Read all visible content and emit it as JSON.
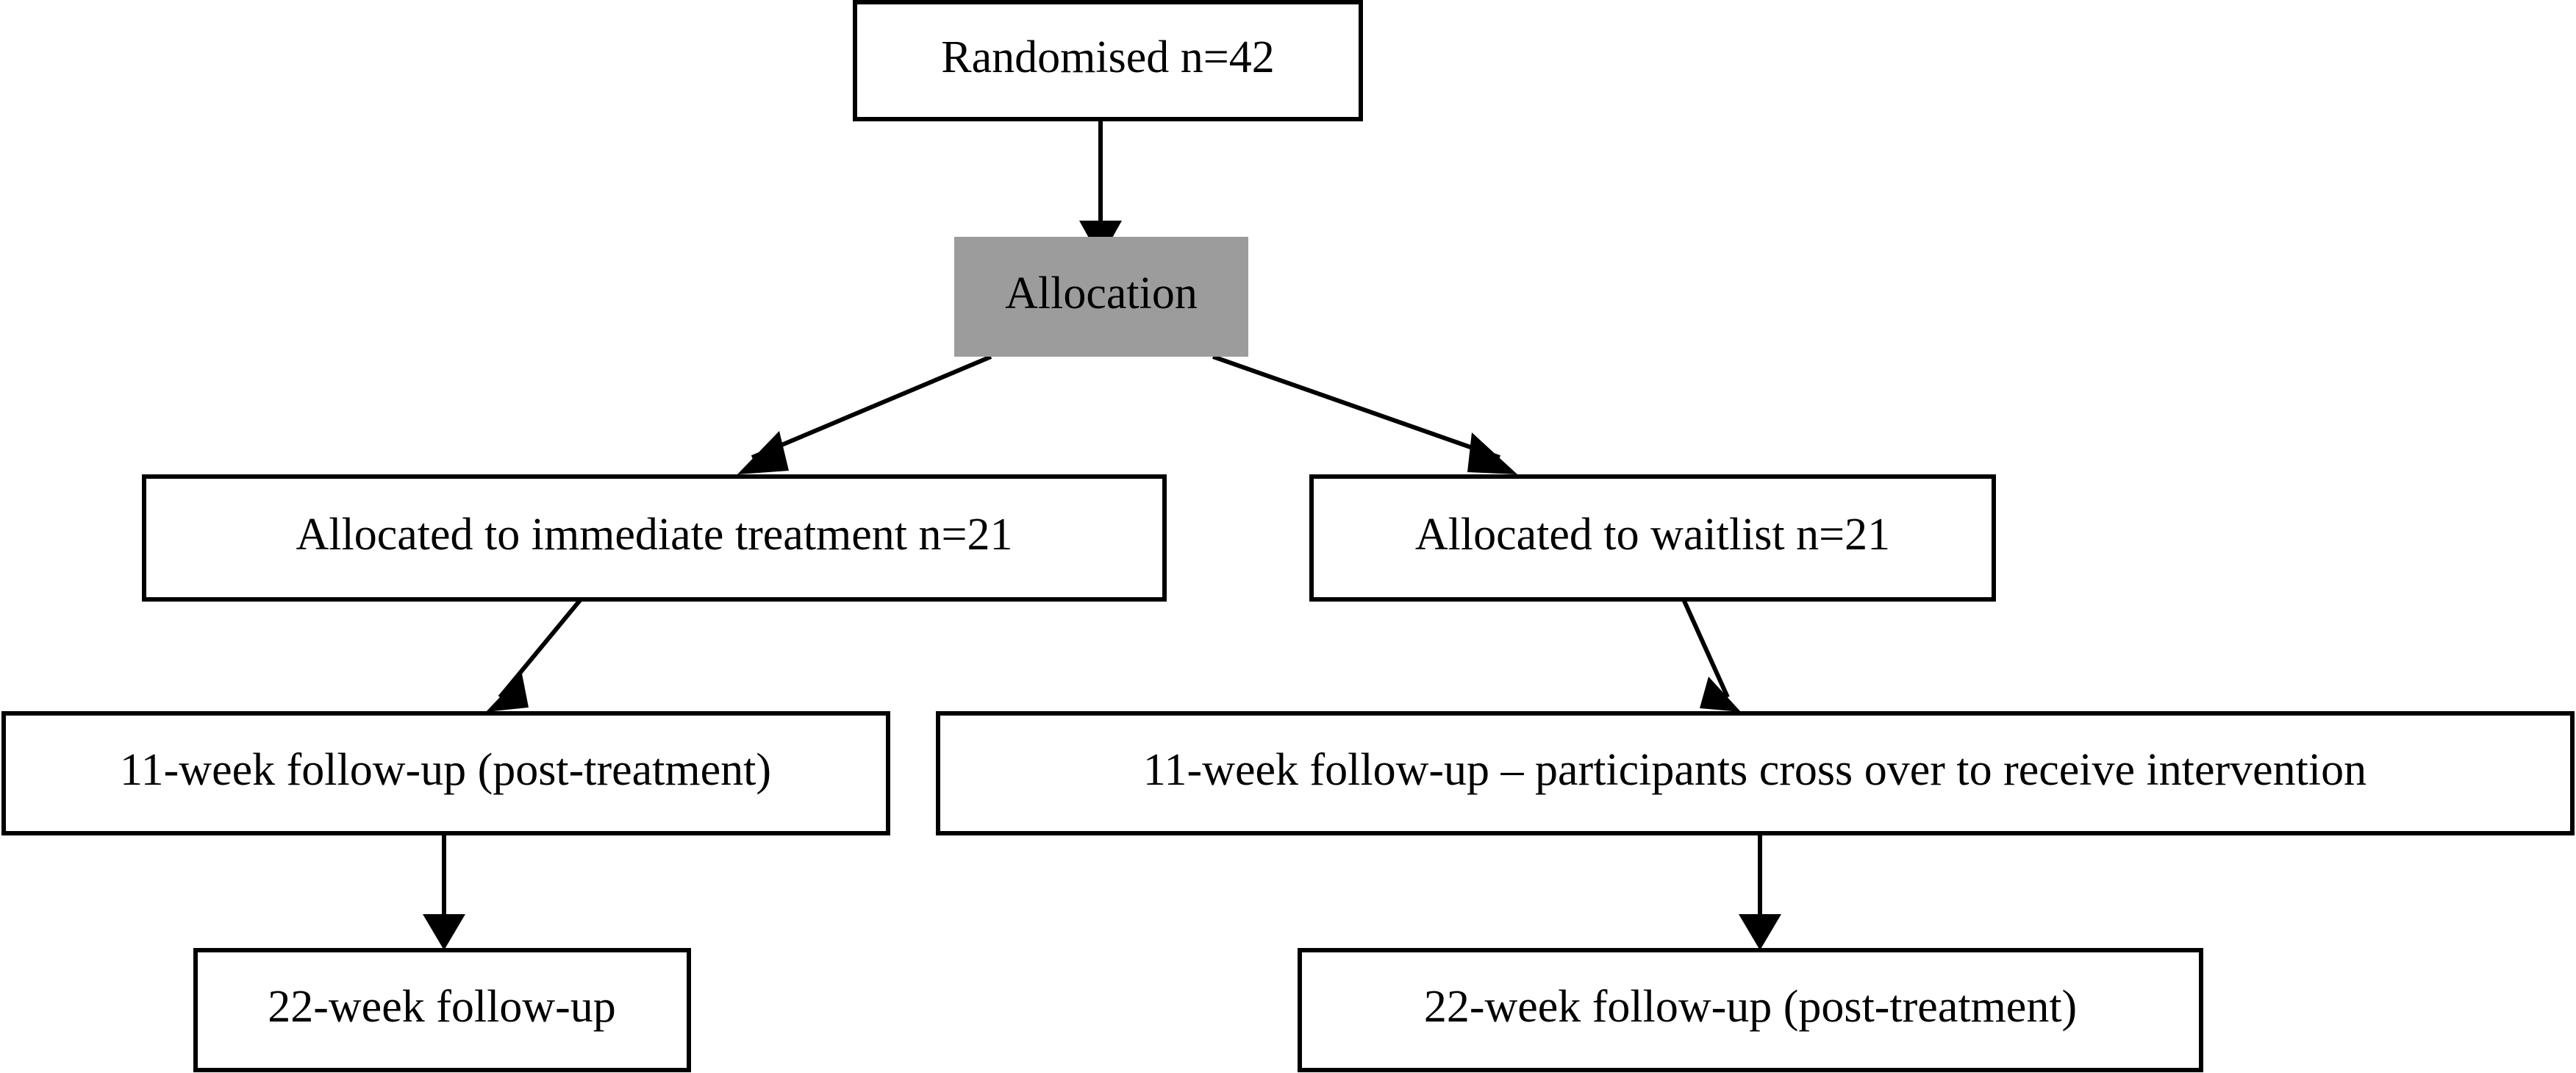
{
  "diagram": {
    "type": "flowchart",
    "title": "CONSORT participant flow diagram",
    "colors": {
      "background": "#ffffff",
      "box_fill": "#ffffff",
      "box_stroke": "#000000",
      "stage_fill": "#9c9c9c",
      "text": "#000000"
    },
    "nodes": [
      {
        "id": "randomised",
        "label": "Randomised n=42",
        "shape": "rectangle",
        "style": "outlined"
      },
      {
        "id": "allocation",
        "label": "Allocation",
        "shape": "rectangle",
        "style": "gray-filled"
      },
      {
        "id": "immediate",
        "label": "Allocated to immediate treatment n=21",
        "shape": "rectangle",
        "style": "outlined"
      },
      {
        "id": "waitlist",
        "label": "Allocated to waitlist n=21",
        "shape": "rectangle",
        "style": "outlined"
      },
      {
        "id": "fu11-left",
        "label": "11-week follow-up (post-treatment)",
        "shape": "rectangle",
        "style": "outlined"
      },
      {
        "id": "fu11-right",
        "label": "11-week follow-up – participants cross over to receive intervention",
        "shape": "rectangle",
        "style": "outlined"
      },
      {
        "id": "fu22-left",
        "label": "22-week follow-up",
        "shape": "rectangle",
        "style": "outlined"
      },
      {
        "id": "fu22-right",
        "label": "22-week follow-up (post-treatment)",
        "shape": "rectangle",
        "style": "outlined"
      }
    ],
    "edges": [
      {
        "id": "e1",
        "from": "randomised",
        "to": "allocation",
        "style": "arrow-vertical"
      },
      {
        "id": "e2",
        "from": "allocation",
        "to": "immediate",
        "style": "arrow-diagonal-left"
      },
      {
        "id": "e3",
        "from": "allocation",
        "to": "waitlist",
        "style": "arrow-diagonal-right"
      },
      {
        "id": "e4",
        "from": "immediate",
        "to": "fu11-left",
        "style": "arrow-diagonal-left"
      },
      {
        "id": "e5",
        "from": "waitlist",
        "to": "fu11-right",
        "style": "arrow-diagonal-right"
      },
      {
        "id": "e6",
        "from": "fu11-left",
        "to": "fu22-left",
        "style": "arrow-vertical"
      },
      {
        "id": "e7",
        "from": "fu11-right",
        "to": "fu22-right",
        "style": "arrow-vertical"
      }
    ]
  }
}
